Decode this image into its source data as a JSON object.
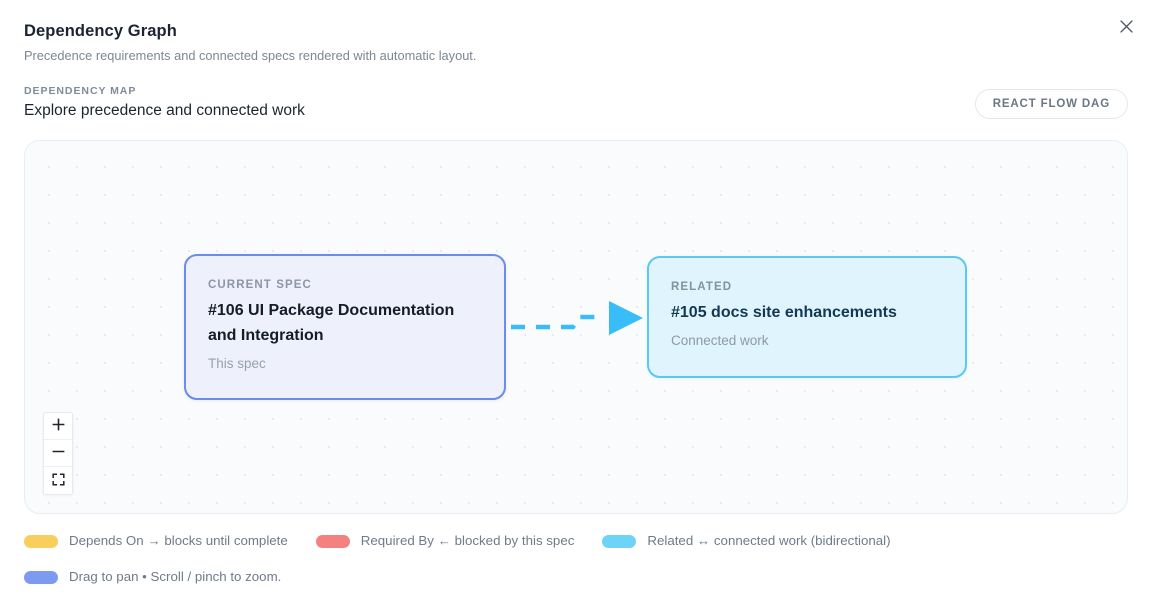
{
  "header": {
    "title": "Dependency Graph",
    "subtitle": "Precedence requirements and connected specs rendered with automatic layout.",
    "close_label": "×"
  },
  "section": {
    "eyebrow": "DEPENDENCY MAP",
    "title": "Explore precedence and connected work",
    "badge": "REACT FLOW DAG"
  },
  "graph": {
    "nodes": [
      {
        "kind": "CURRENT SPEC",
        "title": "#106 UI Package Documentation and Integration",
        "meta": "This spec",
        "border_color": "#6b8ce8",
        "fill_color": "#eef1fb"
      },
      {
        "kind": "RELATED",
        "title": "#105 docs site enhancements",
        "meta": "Connected work",
        "border_color": "#5ac8f2",
        "fill_color": "#e0f4fd"
      }
    ],
    "edge": {
      "style": "dashed",
      "color": "#38bdf8",
      "arrow": "triangle-right"
    },
    "controls": [
      {
        "name": "zoom-in",
        "glyph": "+"
      },
      {
        "name": "zoom-out",
        "glyph": "−"
      },
      {
        "name": "fit-view",
        "glyph": ""
      }
    ]
  },
  "legend": {
    "row1": [
      {
        "color": "#f9ce5c",
        "text": "Depends On → blocks until complete"
      },
      {
        "color": "#f58080",
        "text": "Required By ← blocked by this spec"
      },
      {
        "color": "#6dd3f7",
        "text": "Related ↔ connected work (bidirectional)"
      }
    ],
    "row2": [
      {
        "color": "#7c9bf0",
        "text": "Drag to pan • Scroll / pinch to zoom."
      }
    ]
  }
}
